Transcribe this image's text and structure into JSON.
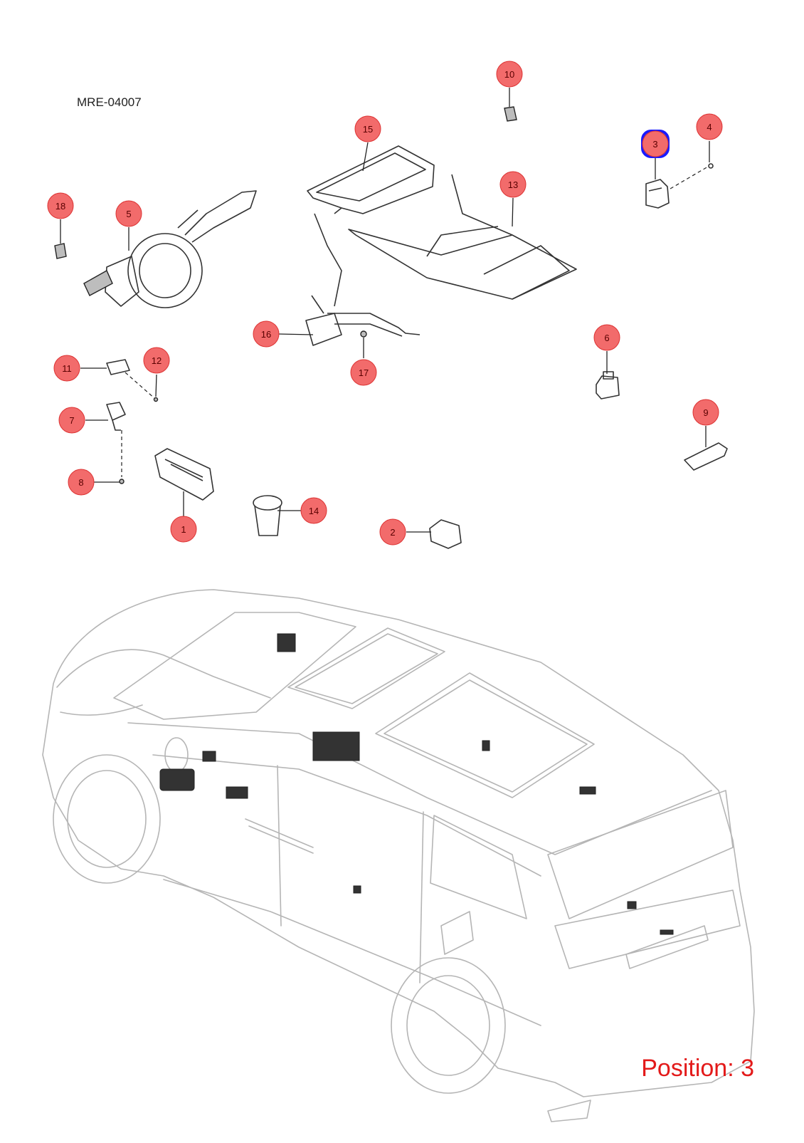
{
  "diagram": {
    "reference_code": "MRE-04007",
    "position_label": "Position: 3",
    "selected_part": "3",
    "colors": {
      "callout_fill": "#f26b6b",
      "callout_stroke": "#d33",
      "selection_highlight": "#1a1aff",
      "position_text": "#e31a1a",
      "vehicle_outline": "#b5b5b5"
    },
    "callouts": [
      {
        "number": "1"
      },
      {
        "number": "2"
      },
      {
        "number": "3"
      },
      {
        "number": "4"
      },
      {
        "number": "5"
      },
      {
        "number": "6"
      },
      {
        "number": "7"
      },
      {
        "number": "8"
      },
      {
        "number": "9"
      },
      {
        "number": "10"
      },
      {
        "number": "11"
      },
      {
        "number": "12"
      },
      {
        "number": "13"
      },
      {
        "number": "14"
      },
      {
        "number": "15"
      },
      {
        "number": "16"
      },
      {
        "number": "17"
      },
      {
        "number": "18"
      }
    ]
  }
}
